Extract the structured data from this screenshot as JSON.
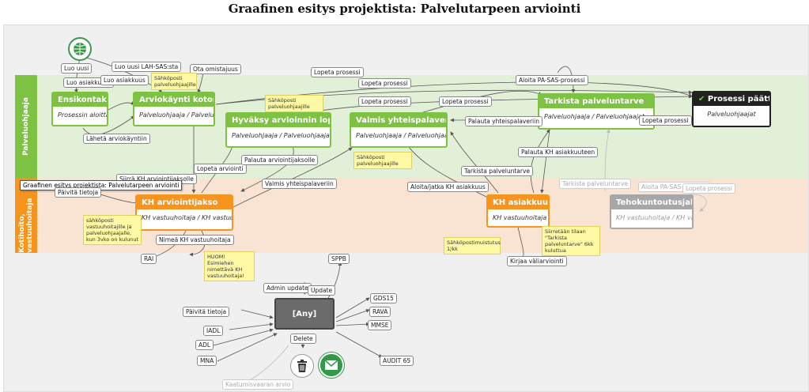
{
  "title": "Graafinen esitys projektista: Palvelutarpeen arviointi",
  "tooltip": "Graafinen esitys projektista: Palvelutarpeen arviointi",
  "colors": {
    "green": "#7dc242",
    "orange": "#f7941d",
    "gray": "#a7a7a7",
    "dark": "#222222",
    "lane_green": "#e3f0d8",
    "lane_orange": "#f9e3d2"
  },
  "lanes": [
    {
      "label": "Palveluohjaaja"
    },
    {
      "label": "Kotihoito, vastuuhoitaja"
    }
  ],
  "nodes": {
    "ensikontakti": {
      "title": "Ensikontakti",
      "sub": "Prosessin aloittaja..."
    },
    "arviokaynti": {
      "title": "Arviokäynti kotona",
      "sub": "Palveluohjaaja / Palveluh..."
    },
    "hyvaksy": {
      "title": "Hyväksy arvioinnin lopetus",
      "sub": "Palveluohjaaja / Palveluohjaajat"
    },
    "valmis": {
      "title": "Valmis yhteispalaveriin",
      "sub": "Palveluohjaaja / Palveluohjaajat"
    },
    "tarkista": {
      "title": "Tarkista palveluntarve",
      "sub": "Palveluohjaaja / Palveluohjaajat"
    },
    "paattyy": {
      "title": "Prosessi päätty...",
      "sub": "Palveluohjaajat"
    },
    "kh_arviointi": {
      "title": "KH arviointijakso",
      "sub": "KH vastuuhoitaja / KH vastuualue"
    },
    "kh_asiakkuus": {
      "title": "KH asiakkuus",
      "sub": "KH vastuuhoitaja /..."
    },
    "tehokuntoutus": {
      "title": "Tehokuntoutusjakso",
      "sub": "KH vastuuhoitaja / KH vastuualue"
    },
    "any": {
      "title": "[Any]"
    }
  },
  "labels": {
    "luo_uusi": "Luo uusi",
    "luo_uusi_lah": "Luo uusi LAH-SAS:sta",
    "luo_asiakkuus_1": "Luo asiakkuu...",
    "luo_asiakkuus_2": "Luo asiakkuus",
    "ota_omistajuus": "Ota omistajuus",
    "laheta": "Lähetä arviokäyntiin",
    "lopeta_1": "Lopeta prosessi",
    "lopeta_2": "Lopeta prosessi",
    "lopeta_3": "Lopeta prosessi",
    "lopeta_4": "Lopeta prosessi",
    "lopeta_5": "Lopeta prosessi",
    "aloita_pa": "Aloita PA-SAS-prosessi",
    "palauta_yp": "Palauta yhteispalaveriin",
    "palauta_kh": "Palauta KH asiakkuuteen",
    "tarkista_pt_1": "Tarkista palveluntarve",
    "tarkista_pt_2": "Tarkista palveluntarve",
    "aloita_pa_2": "Aloita PA-SAS-prosessi",
    "lopeta_prosessi_f": "Lopeta prosessi",
    "lopeta_arviointi": "Lopeta arviointi",
    "palauta_arv": "Palauta arviointijaksolle",
    "siirra_kh": "Siirrä KH arviointijaksolle",
    "paivita_1": "Päivitä tietoja",
    "valmis_yp": "Valmis yhteispalaveriin",
    "aloita_jatka": "Aloita/jatka KH asiakkuus",
    "nimea": "Nimeä KH vastuuhoitaja",
    "rai": "RAI",
    "kirjaa": "Kirjaa väliarviointi",
    "sppb": "SPPB",
    "admin": "Admin update",
    "update": "Update",
    "gds15": "GDS15",
    "rava": "RAVA",
    "mmse": "MMSE",
    "paivita_2": "Päivitä tietoja",
    "iadl": "IADL",
    "adl": "ADL",
    "delete": "Delete",
    "mna": "MNA",
    "audit": "AUDIT 65",
    "kaatuminen": "Kaatumisvaaran arvio"
  },
  "notes": {
    "n1": "Sähköposti palveluohjaajille",
    "n2": "Sähköposti palveluohjaajille",
    "n3": "Sähköposti palveluohjaajille",
    "n4": "sähköposti vastuuhoitajille ja palveluohjaajalle, kun 3vko on kulunut",
    "n5": "HUOM! Esimiehen nimettävä KH vastuuhoitaja!",
    "n6": "Sähköpostimuistutus 1/kk",
    "n7": "Siirretään tilaan \"Tarkista palveluntarve\" 6kk kuluttua"
  }
}
